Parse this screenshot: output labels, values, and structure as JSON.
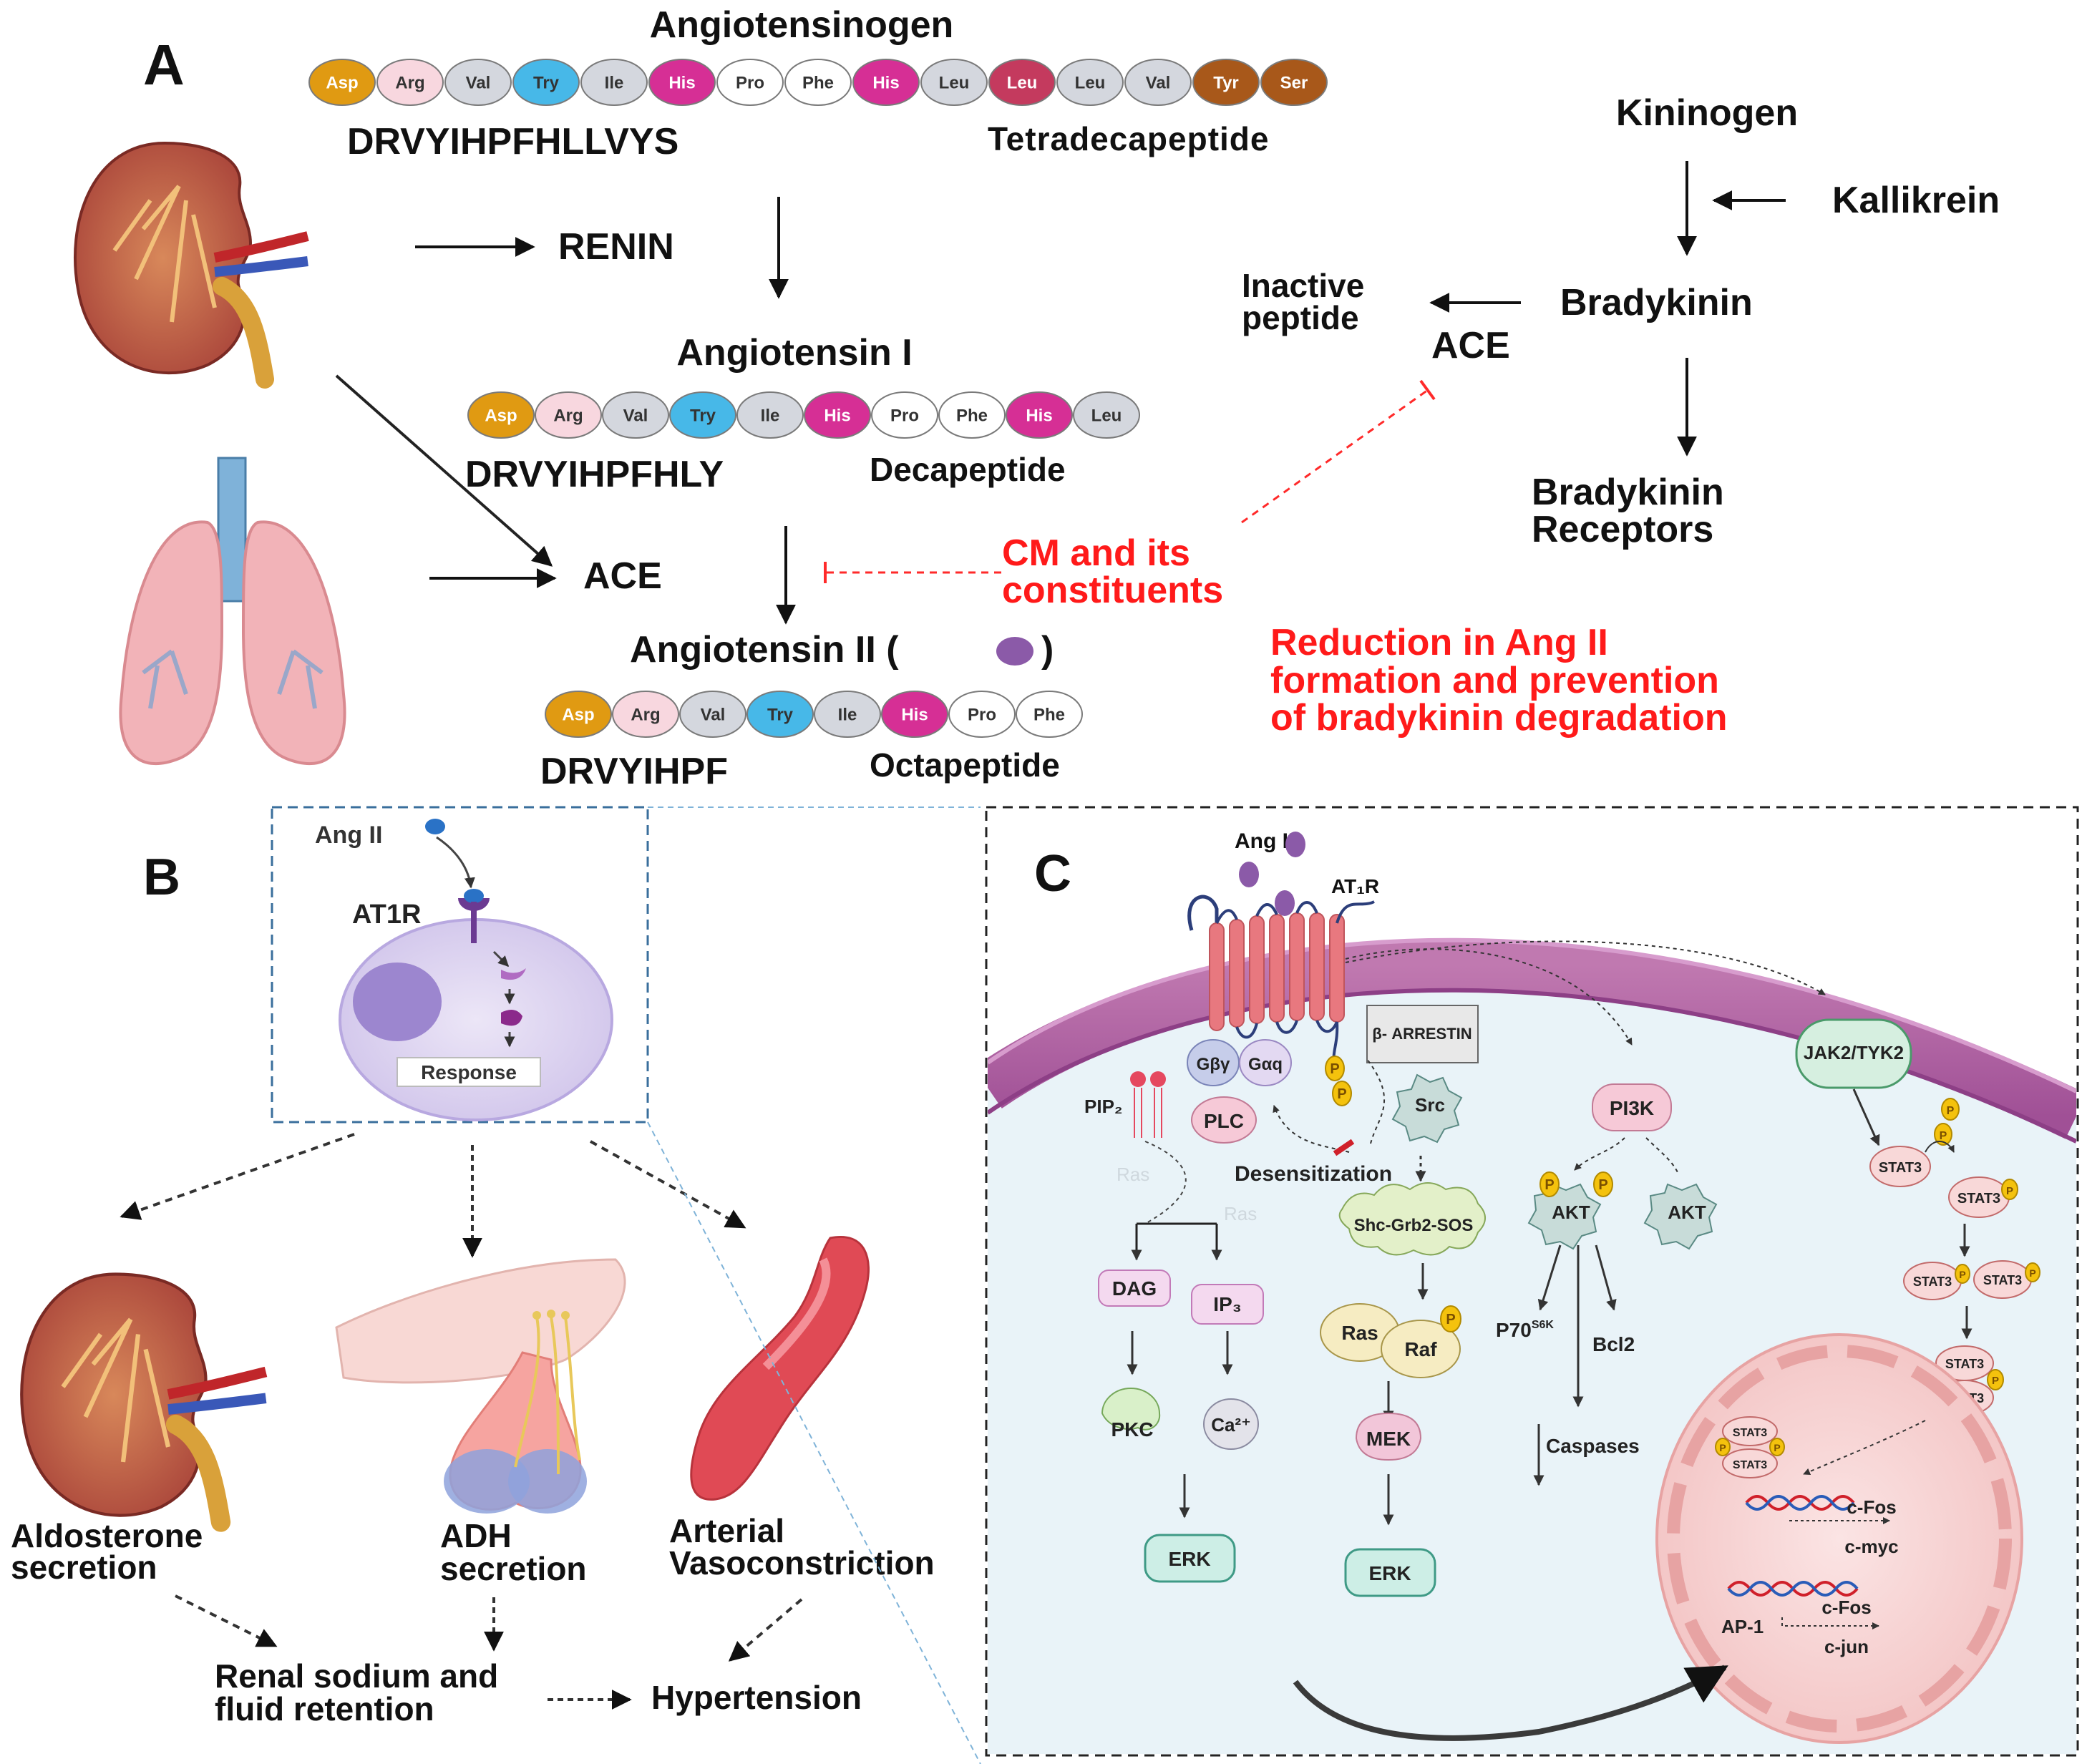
{
  "panels": {
    "a": "A",
    "b": "B",
    "c": "C"
  },
  "panel_a": {
    "angiotensinogen": {
      "title": "Angiotensinogen",
      "residues": [
        "Asp",
        "Arg",
        "Val",
        "Try",
        "Ile",
        "His",
        "Pro",
        "Phe",
        "His",
        "Leu",
        "Leu",
        "Leu",
        "Val",
        "Tyr",
        "Ser"
      ],
      "sequence": "DRVYIHPFHLLVYS",
      "type": "Tetradecapeptide"
    },
    "renin": "RENIN",
    "angiotensin_i": {
      "title": "Angiotensin I",
      "residues": [
        "Asp",
        "Arg",
        "Val",
        "Try",
        "Ile",
        "His",
        "Pro",
        "Phe",
        "His",
        "Leu"
      ],
      "sequence": "DRVYIHPFHLY",
      "type": "Decapeptide"
    },
    "ace": "ACE",
    "angiotensin_ii": {
      "title": "Angiotensin II (",
      "title_end": ")",
      "residues": [
        "Asp",
        "Arg",
        "Val",
        "Try",
        "Ile",
        "His",
        "Pro",
        "Phe"
      ],
      "sequence": "DRVYIHPF",
      "type": "Octapeptide"
    },
    "cm_line1": "CM and its",
    "cm_line2": "constituents",
    "reduction_line1": "Reduction in Ang II",
    "reduction_line2": "formation and prevention",
    "reduction_line3": "of bradykinin degradation",
    "kininogen": "Kininogen",
    "kallikrein": "Kallikrein",
    "bradykinin": "Bradykinin",
    "inactive_line1": "Inactive",
    "inactive_line2": "peptide",
    "ace_right": "ACE",
    "receptors_line1": "Bradykinin",
    "receptors_line2": "Receptors"
  },
  "panel_b": {
    "ang_ii": "Ang II",
    "at1r": "AT1R",
    "response": "Response",
    "aldosterone_line1": "Aldosterone",
    "aldosterone_line2": "secretion",
    "adh_line1": "ADH",
    "adh_line2": "secretion",
    "arterial_line1": "Arterial",
    "arterial_line2": "Vasoconstriction",
    "renal_line1": "Renal sodium and",
    "renal_line2": "fluid retention",
    "hypertension": "Hypertension"
  },
  "panel_c": {
    "ang_ii": "Ang II",
    "at1r": "AT₁R",
    "arrestin": "β- ARRESTIN",
    "gby": "Gβγ",
    "gaq": "Gαq",
    "pip2": "PIP₂",
    "plc": "PLC",
    "ras_faint1": "Ras",
    "ras_faint2": "Ras",
    "src": "Src",
    "desensitization": "Desensitization",
    "shc": "Shc-Grb2-SOS",
    "dag": "DAG",
    "ip3": "IP₃",
    "pkc": "PKC",
    "ca": "Ca²⁺",
    "erk1": "ERK",
    "ras": "Ras",
    "raf": "Raf",
    "mek": "MEK",
    "erk2": "ERK",
    "pi3k": "PI3K",
    "akt_p": "AKT",
    "akt": "AKT",
    "p70": "P70",
    "p70_sup": "S6K",
    "bcl2": "Bcl2",
    "caspases": "Caspases",
    "jak": "JAK2/TYK2",
    "stat3": "STAT3",
    "p": "P",
    "cfos1": "c-Fos",
    "cmyc": "c-myc",
    "ap1": "AP-1",
    "cfos2": "c-Fos",
    "cjun": "c-jun"
  },
  "colors": {
    "red_text": "#ff1a1a",
    "membrane": "#b86aa8",
    "cytoplasm": "#e9f3f8",
    "receptor": "#e8787f",
    "his": "#d62f95",
    "try_blue": "#47b8e8",
    "asp": "#e09a12"
  }
}
